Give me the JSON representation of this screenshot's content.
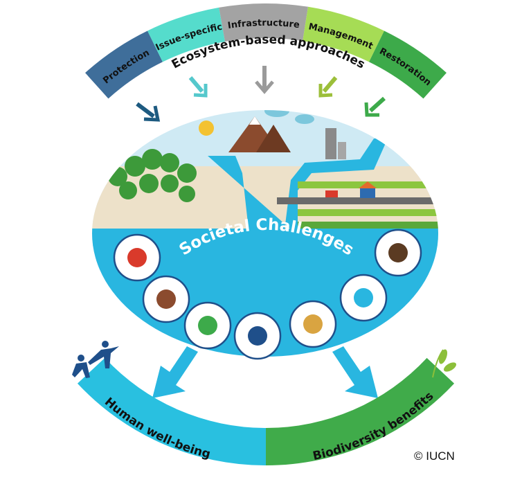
{
  "approaches": {
    "title": "Ecosystem-based approaches",
    "segments": [
      {
        "label": "Protection",
        "color": "#3f6e9a"
      },
      {
        "label": "Issue-specific",
        "color": "#55dccc"
      },
      {
        "label": "Infrastructure",
        "color": "#a3a3a3"
      },
      {
        "label": "Management",
        "color": "#a6dc55"
      },
      {
        "label": "Restoration",
        "color": "#3daa4a"
      }
    ]
  },
  "center": {
    "title": "Societal Challenges",
    "water_color": "#29b6e0",
    "icons": [
      "climate-change-icon",
      "natural-disaster-icon",
      "economic-development-icon",
      "human-health-icon",
      "food-security-icon",
      "water-security-icon",
      "environmental-degradation-icon"
    ]
  },
  "outcomes": {
    "human": {
      "label": "Human well-being",
      "color": "#29c0e0"
    },
    "biodiversity": {
      "label": "Biodiversity benefits",
      "color": "#40ab4a"
    }
  },
  "copyright": "© IUCN"
}
